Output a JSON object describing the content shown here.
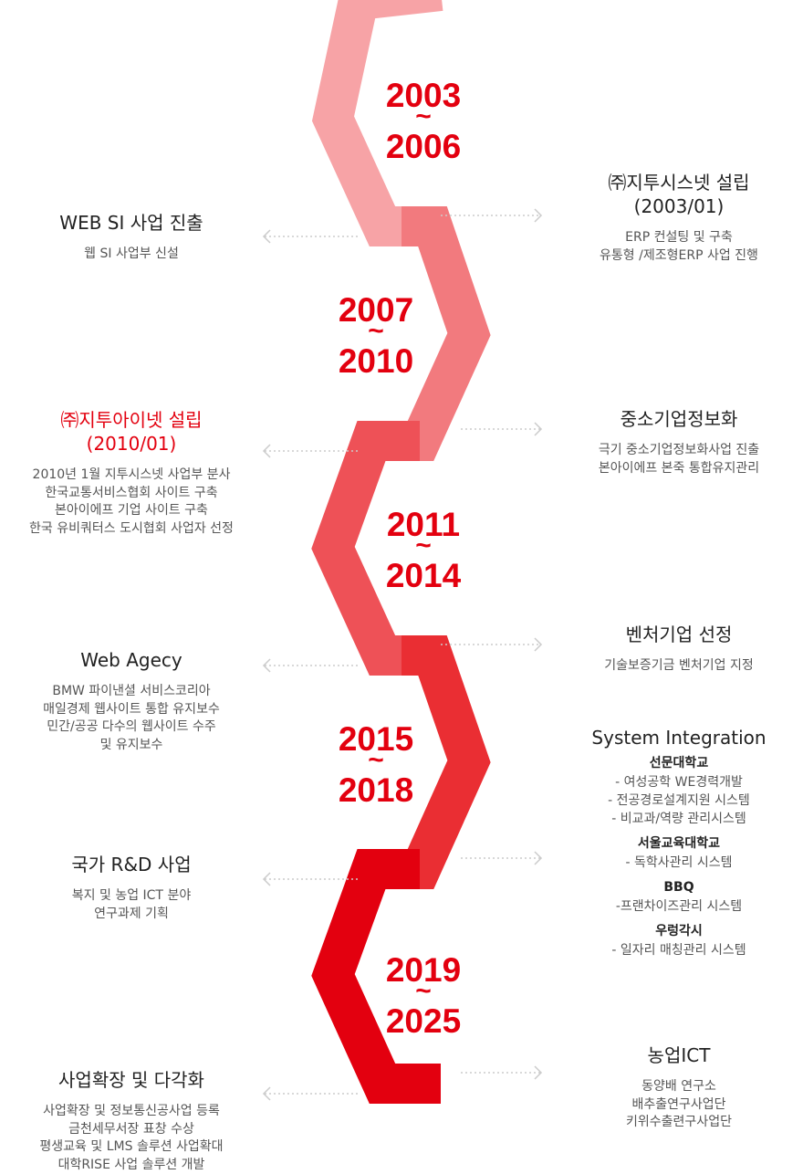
{
  "colors": {
    "segment1": "#f7a3a6",
    "segment2": "#f27a7e",
    "segment3": "#ee5157",
    "segment4": "#ea2e33",
    "segment5": "#e3000f",
    "year": "#e3000f",
    "connector": "#cccccc"
  },
  "periods": [
    {
      "from": "2003",
      "sep": "~",
      "to": "2006"
    },
    {
      "from": "2007",
      "sep": "~",
      "to": "2010"
    },
    {
      "from": "2011",
      "sep": "~",
      "to": "2014"
    },
    {
      "from": "2015",
      "sep": "~",
      "to": "2018"
    },
    {
      "from": "2019",
      "sep": "~",
      "to": "2025"
    }
  ],
  "right": {
    "jitoo_systems": {
      "title": "㈜지투시스넷 설립",
      "title_sub": "(2003/01)",
      "lines": [
        "ERP 컨설팅 및 구축",
        "유통형 /제조형ERP 사업 진행"
      ]
    },
    "sme_info": {
      "title": "중소기업정보화",
      "lines": [
        "극기 중소기업정보화사업 진출",
        "본아이에프 본죽 통합유지관리"
      ]
    },
    "venture": {
      "title": "벤처기업 선정",
      "lines": [
        "기술보증기금 벤처기업 지정"
      ]
    },
    "si": {
      "title": "System Integration",
      "groups": [
        {
          "head": "선문대학교",
          "items": [
            "- 여성공학 WE경력개발",
            "- 전공경로설계지원 시스템",
            "- 비교과/역량 관리시스템"
          ]
        },
        {
          "head": "서울교육대학교",
          "items": [
            "- 독학사관리 시스템"
          ]
        },
        {
          "head": "BBQ",
          "items": [
            "-프랜차이즈관리 시스템"
          ]
        },
        {
          "head": "우렁각시",
          "items": [
            "- 일자리 매칭관리 시스템"
          ]
        }
      ]
    },
    "agri_ict": {
      "title": "농업ICT",
      "lines": [
        "동양배 연구소",
        "배추출연구사업단",
        "키위수출련구사업단"
      ]
    }
  },
  "left": {
    "web_si": {
      "title": "WEB SI 사업 진출",
      "lines": [
        "웹 SI 사업부 신설"
      ]
    },
    "jitoo_inet": {
      "title": "㈜지투아이넷 설립",
      "title_sub": "(2010/01)",
      "lines": [
        "2010년 1월 지투시스넷 사업부 분사",
        "한국교통서비스협회 사이트 구축",
        "본아이에프 기업 사이트 구축",
        "한국 유비쿼터스 도시협회 사업자 선정"
      ]
    },
    "web_agency": {
      "title": "Web Agecy",
      "lines": [
        "BMW 파이낸셜 서비스코리아",
        "매일경제 웹사이트 통합 유지보수",
        "민간/공공 다수의 웹사이트 수주",
        "및 유지보수"
      ]
    },
    "rnd": {
      "title": "국가 R&D 사업",
      "lines": [
        "복지 및 농업 ICT 분야",
        "연구과제 기획"
      ]
    },
    "expansion": {
      "title": "사업확장 및 다각화",
      "lines": [
        "사업확장 및 정보통신공사업 등록",
        "금천세무서장 표창 수상",
        "평생교육 및 LMS 솔루션 사업확대",
        "대학RISE 사업 솔루션 개발"
      ]
    }
  }
}
